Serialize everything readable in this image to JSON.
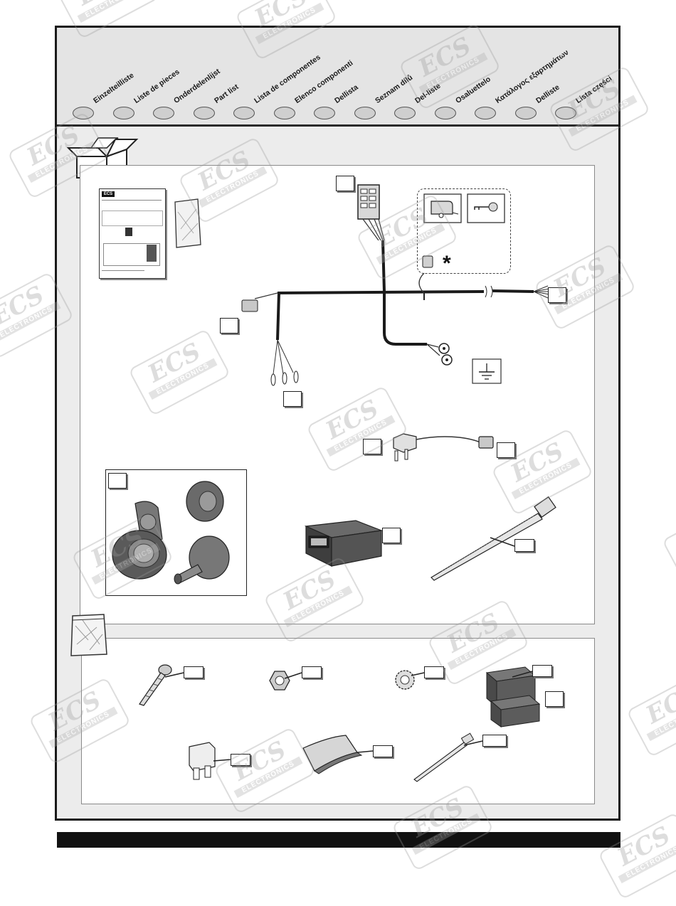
{
  "languages": [
    "Einzelteilliste",
    "Liste de pieces",
    "Onderdelenlijst",
    "Part list",
    "Lista de componentes",
    "Elenco componenti",
    "Dellista",
    "Seznam dílů",
    "Del-liste",
    "Osaluettelo",
    "Κατάλογος εξαρτημάτων",
    "Delliste",
    "Lista części"
  ],
  "watermark": {
    "brand": "ECS",
    "sub": "ELECTRONICS"
  },
  "manual_card": {
    "logo": "ECS"
  },
  "symbols": {
    "asterisk": "*"
  },
  "colors": {
    "frame": "#1a1a1a",
    "header": "#e4e4e4",
    "wire": "#1a1a1a"
  }
}
